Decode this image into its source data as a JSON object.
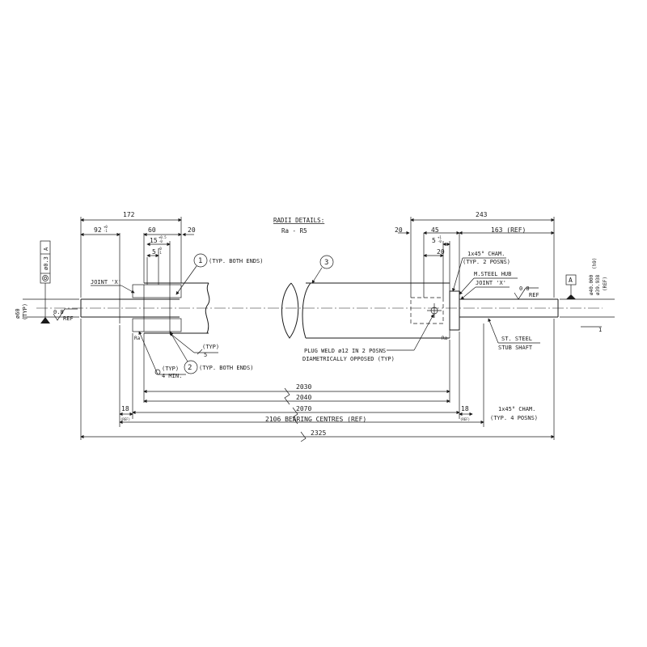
{
  "dims": {
    "d172": "172",
    "d92": "92",
    "d92_tol_plus": "+0",
    "d92_tol_minus": "-1",
    "d60": "60",
    "d20_left": "20",
    "d15": "15",
    "d15_tol": "+0.5",
    "d15_tol2": "-0",
    "d5_left": "5",
    "d5_left_tol": "+0",
    "d5_left_tol2": "-1",
    "d243": "243",
    "d20_right_a": "20",
    "d45": "45",
    "d163": "163 (REF)",
    "d5_right": "5",
    "d5_right_tol": "+1",
    "d5_right_tol2": "-0",
    "d20_right_b": "20",
    "dia60": "ø60",
    "dia60_typ": "(TYP)",
    "dia40_a": "ø40.000",
    "dia40_b": "ø39.938",
    "dia40_fit": "(h9)",
    "dia40_ref": "(REF)",
    "d2030": "2030",
    "d2040": "2040",
    "d2070": "2070",
    "d2106": "2106 BEARING CENTRES (REF)",
    "d2325": "2325",
    "d18_left": "18",
    "d18_right": "18",
    "ref_small_l": "(REF)",
    "ref_small_r": "(REF)"
  },
  "labels": {
    "radii_title": "RADII DETAILS:",
    "radii_value": "Ra - R5",
    "joint_x_left": "JOINT 'X'",
    "joint_x_right": "JOINT 'X'",
    "item1": "1",
    "item1_note": "(TYP. BOTH ENDS)",
    "item2": "2",
    "item2_note": "(TYP. BOTH ENDS)",
    "item3": "3",
    "chamfer_top": "1x45° CHAM.",
    "chamfer_top_note": "(TYP. 2 POSNS)",
    "steel_hub": "M.STEEL HUB",
    "stub_shaft_1": "ST. STEEL",
    "stub_shaft_2": "STUB SHAFT",
    "plug_weld_1": "PLUG WELD ø12 IN 2 POSNS",
    "plug_weld_2": "DIAMETRICALLY OPPOSED (TYP)",
    "chamfer_bottom": "1x45° CHAM.",
    "chamfer_bottom_note": "(TYP. 4 POSNS)",
    "weld_typ": "(TYP)",
    "weld_size": "5",
    "weld_typ2": "(TYP)",
    "weld_min": "4 MIN.",
    "ra_left": "Ra",
    "ra_right": "Ra",
    "surface_left": "0.8",
    "surface_left_ref": "REF",
    "surface_right": "0.8",
    "surface_right_ref": "REF",
    "datum_a": "A",
    "fcf_tol": "ø0.3",
    "fcf_datum": "A",
    "axis_mark": "1"
  },
  "icons": {
    "concentricity": "concentricity-symbol-icon",
    "datum_triangle": "datum-triangle-icon",
    "surface_finish": "surface-finish-icon",
    "fillet_weld": "fillet-weld-icon",
    "break_line": "break-line-icon"
  },
  "colors": {
    "ink": "#1a1a1a",
    "hatch": "#1a1a1a",
    "background": "#ffffff"
  }
}
